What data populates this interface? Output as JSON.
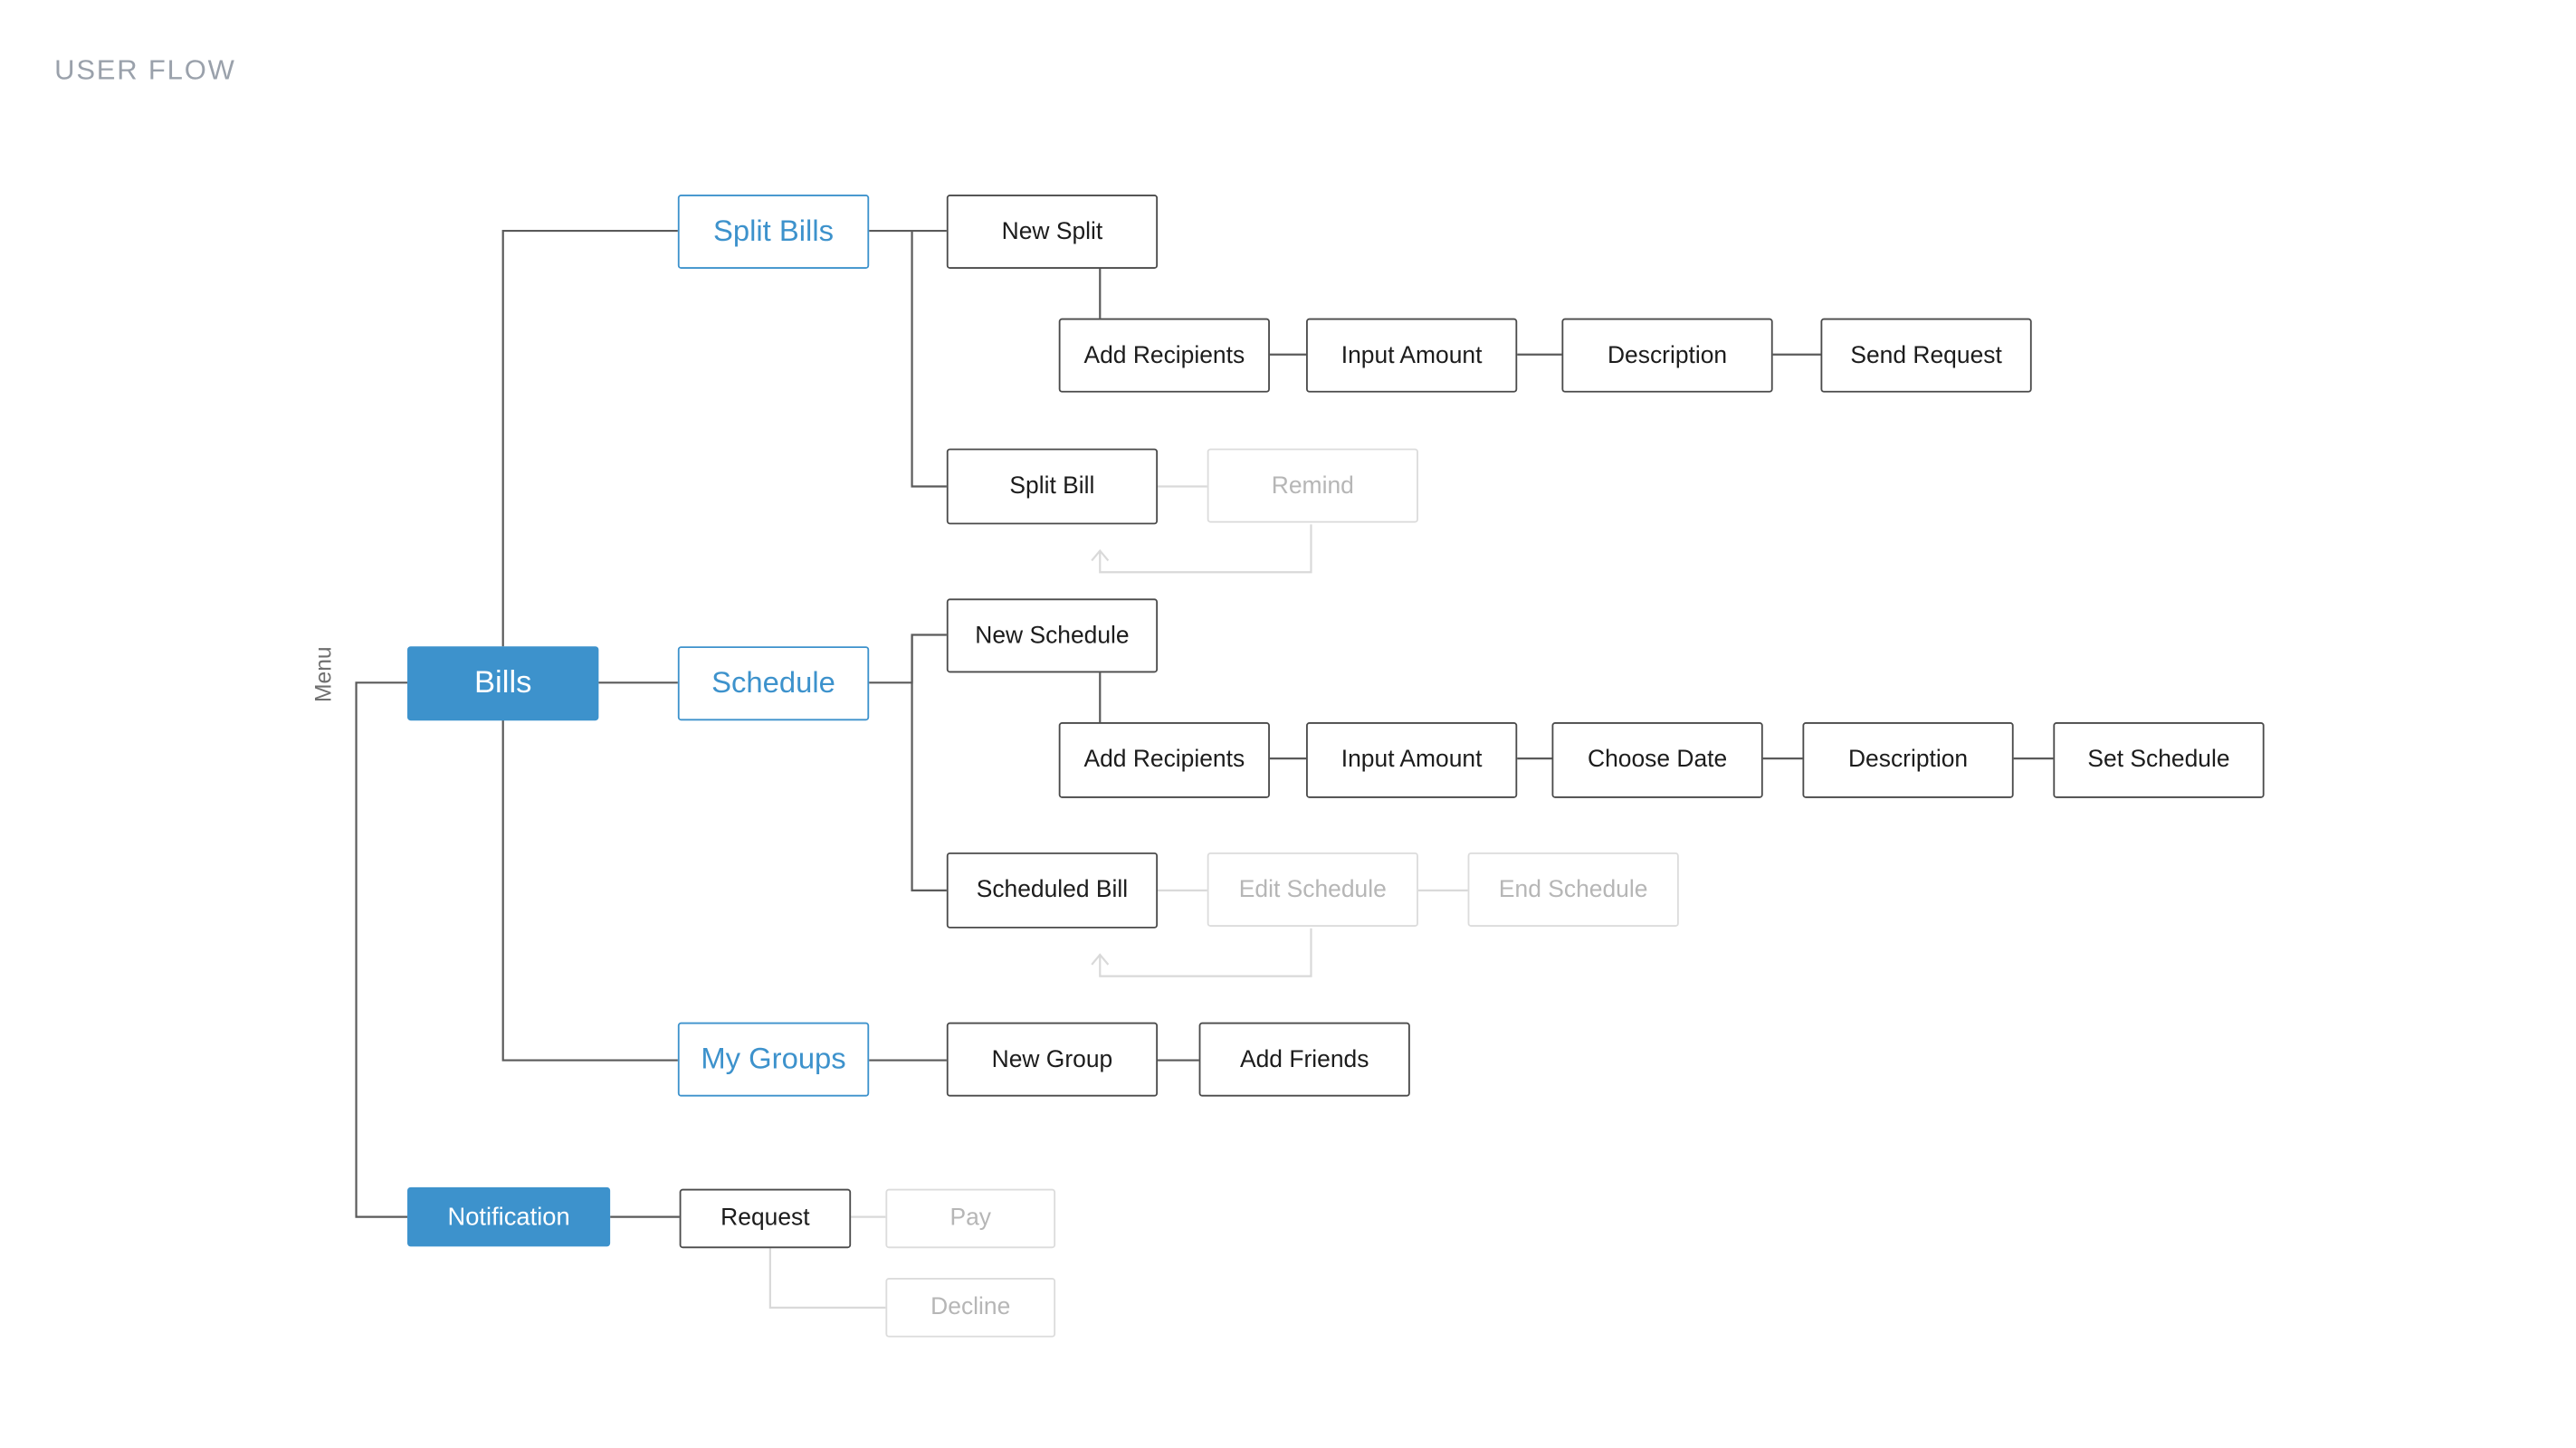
{
  "title": "USER FLOW",
  "menu_label": "Menu",
  "colors": {
    "accent": "#3d92cc",
    "node_border": "#4a4a4a",
    "faded_border": "#dcdcdc",
    "faded_text": "#b6b6b6",
    "title_text": "#9aa1ab",
    "connector": "#5a5a5a",
    "faded_connector": "#d9d9d9"
  },
  "nodes": {
    "bills": "Bills",
    "notification": "Notification",
    "split_bills": "Split Bills",
    "schedule": "Schedule",
    "my_groups": "My Groups",
    "new_split": "New Split",
    "split_add_recipients": "Add Recipients",
    "split_input_amount": "Input Amount",
    "split_description": "Description",
    "send_request": "Send Request",
    "split_bill": "Split Bill",
    "remind": "Remind",
    "new_schedule": "New Schedule",
    "schedule_add_recipients": "Add Recipients",
    "schedule_input_amount": "Input Amount",
    "choose_date": "Choose Date",
    "schedule_description": "Description",
    "set_schedule": "Set Schedule",
    "scheduled_bill": "Scheduled Bill",
    "edit_schedule": "Edit Schedule",
    "end_schedule": "End Schedule",
    "new_group": "New Group",
    "add_friends": "Add Friends",
    "request": "Request",
    "pay": "Pay",
    "decline": "Decline"
  }
}
